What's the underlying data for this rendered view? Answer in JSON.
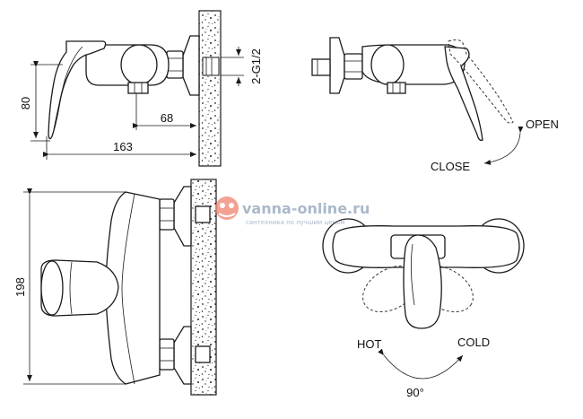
{
  "dimensions": {
    "height_80": "80",
    "depth_68": "68",
    "length_163": "163",
    "thread": "2-G1/2",
    "height_198": "198"
  },
  "labels": {
    "open": "OPEN",
    "close": "CLOSE",
    "hot": "HOT",
    "cold": "COLD",
    "angle": "90°"
  },
  "watermark": {
    "site": "vanna-online.ru",
    "tagline": "сантехника по лучшим ценам"
  },
  "colors": {
    "line": "#1a1a1a",
    "watermark_text": "#8ea2b8",
    "watermark_logo": "#f0826e"
  }
}
